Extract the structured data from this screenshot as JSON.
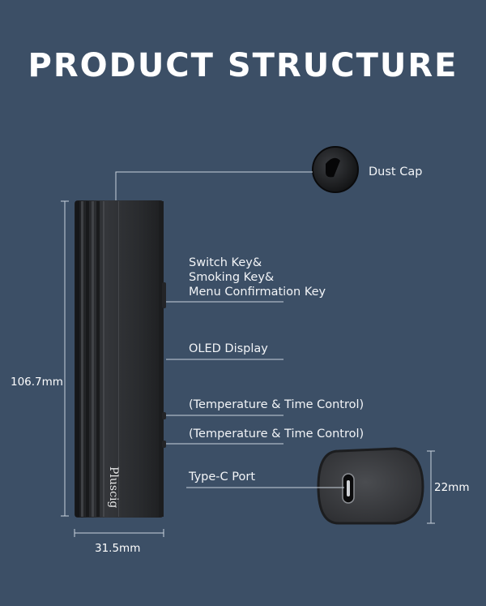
{
  "title": "PRODUCT STRUCTURE",
  "labels": {
    "dust_cap": "Dust Cap",
    "switch_key_1": "Switch Key&",
    "switch_key_2": "Smoking Key&",
    "switch_key_3": "Menu Confirmation Key",
    "oled": "OLED Display",
    "temp_1": "(Temperature & Time Control)",
    "temp_2": "(Temperature & Time Control)",
    "type_c": "Type-C Port"
  },
  "dimensions": {
    "height": "106.7mm",
    "width": "31.5mm",
    "depth": "22mm"
  },
  "brand": "Pluscig",
  "colors": {
    "background": "#3c4f66",
    "device": "#2b2d30",
    "line": "#c9d2dc"
  }
}
